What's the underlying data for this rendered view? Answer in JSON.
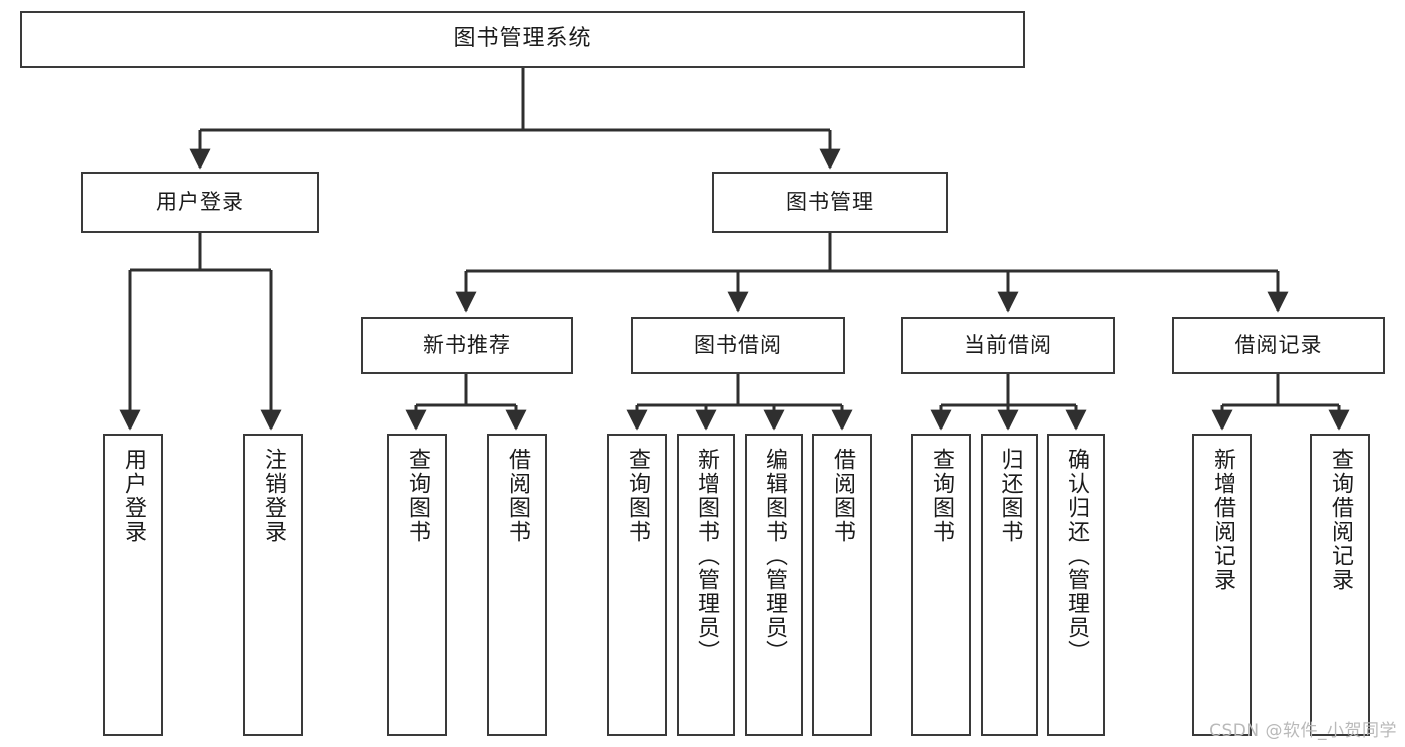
{
  "diagram": {
    "title": "图书管理系统",
    "type": "tree-hierarchy",
    "colors": {
      "box_border": "#3a3a3a",
      "box_fill": "#ffffff",
      "edge": "#2f2f2f",
      "text": "#1b1b1b",
      "watermark": "#b9b9b9",
      "background": "#ffffff"
    },
    "watermark": "CSDN @软件_小贺同学",
    "root": {
      "label": "图书管理系统"
    },
    "level2": [
      {
        "label": "用户登录"
      },
      {
        "label": "图书管理"
      }
    ],
    "level3": [
      {
        "label": "新书推荐"
      },
      {
        "label": "图书借阅"
      },
      {
        "label": "当前借阅"
      },
      {
        "label": "借阅记录"
      }
    ],
    "leaves": {
      "user_login": [
        {
          "label": "用户登录"
        },
        {
          "label": "注销登录"
        }
      ],
      "new_book_recommend": [
        {
          "label": "查询图书"
        },
        {
          "label": "借阅图书"
        }
      ],
      "book_borrow": [
        {
          "label": "查询图书"
        },
        {
          "label": "新增图书（管理员）"
        },
        {
          "label": "编辑图书（管理员）"
        },
        {
          "label": "借阅图书"
        }
      ],
      "current_borrow": [
        {
          "label": "查询图书"
        },
        {
          "label": "归还图书"
        },
        {
          "label": "确认归还（管理员）"
        }
      ],
      "borrow_record": [
        {
          "label": "新增借阅记录"
        },
        {
          "label": "查询借阅记录"
        }
      ]
    }
  }
}
